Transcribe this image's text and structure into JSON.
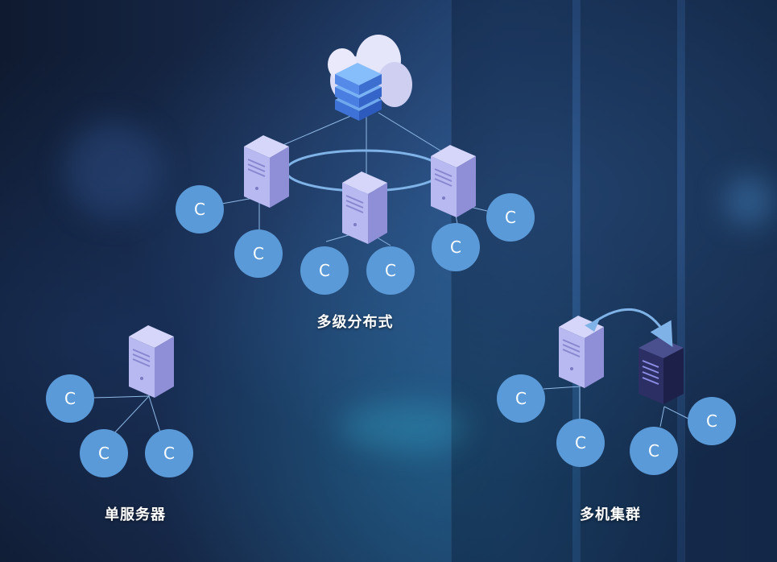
{
  "groups": {
    "multi_level": {
      "label": "多级分布式"
    },
    "single_server": {
      "label": "单服务器"
    },
    "cluster": {
      "label": "多机集群"
    }
  },
  "client_label": "C",
  "colors": {
    "client": "#5b9ad8",
    "server_face": "#b9b9f2",
    "server_side": "#8f8fd8",
    "line": "#8fb9e6",
    "dark_server": "#2c2f63"
  }
}
